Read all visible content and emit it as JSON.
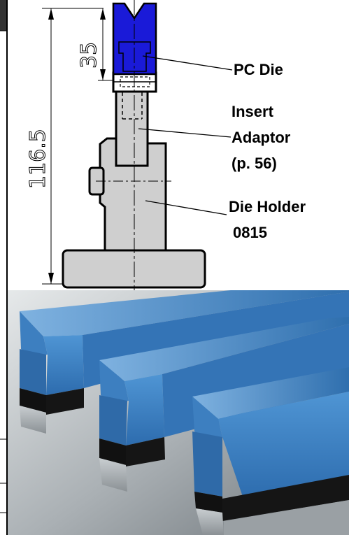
{
  "drawing": {
    "dimension_overall": "116.5",
    "dimension_die": "35",
    "labels": {
      "pc_die": "PC Die",
      "insert_line1": "Insert",
      "insert_line2": "Adaptor",
      "insert_line3": "(p. 56)",
      "holder_line1": "Die Holder",
      "holder_line2": "0815"
    }
  },
  "colors": {
    "die_blue": "#1a1ad8",
    "part_gray": "#cfcfcf",
    "photo_blue": "#3f84c7",
    "photo_bg": "#aab0b4"
  }
}
